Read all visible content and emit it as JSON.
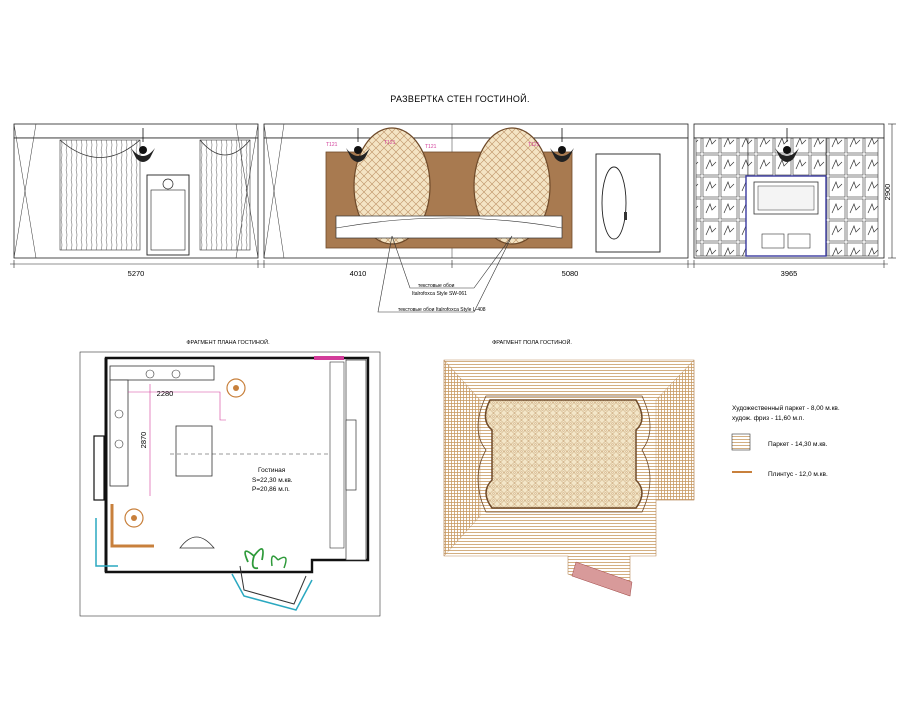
{
  "sheet_title": "РАЗВЕРТКА СТЕН ГОСТИНОЙ.",
  "elevation": {
    "dimensions": [
      "5270",
      "4010",
      "5080",
      "3965"
    ],
    "height_dim": "2900",
    "tags": [
      "Т121",
      "Т121",
      "Т121",
      "Т121"
    ],
    "callouts": [
      "текстовые обои",
      "Italrofoxca Style SW-061",
      "текстовые обои  Italrofoxca Style L-408"
    ]
  },
  "plan": {
    "title": "ФРАГМЕНТ ПЛАНА ГОСТИНОЙ.",
    "dim_width": "2280",
    "dim_depth": "2870",
    "room_name": "Гостиная",
    "room_area": "S=22,30 м.кв.",
    "room_perimeter": "P=20,86 м.п."
  },
  "floor": {
    "title": "ФРАГМЕНТ ПОЛА ГОСТИНОЙ.",
    "legend_top_1": "Художественный паркет  - 8,00 м.кв.",
    "legend_top_2": "худож. фриз - 11,60 м.п.",
    "legend_parquet": "Паркет - 14,30 м.кв.",
    "legend_plinth": "Плинтус - 12,0 м.кв."
  },
  "colors": {
    "wallpaper": "#a87a50",
    "accent_pink": "#d23c9a",
    "tv_blue": "#3a3aa0",
    "parquet_line": "#c89a62",
    "plinth": "#c8803c",
    "glass": "#2aa8c0",
    "plant": "#2e9a3a"
  }
}
